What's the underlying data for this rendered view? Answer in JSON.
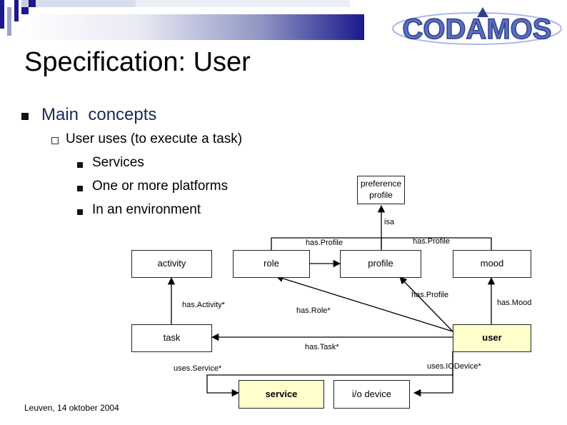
{
  "slide": {
    "title": "Specification: User",
    "bullets": {
      "level1": "Main  concepts",
      "level2": "User uses (to execute a task)",
      "level3": [
        "Services",
        "One or more platforms",
        "In an environment"
      ]
    },
    "footer": "Leuven, 14 oktober 2004"
  },
  "logo": {
    "icon": "codamos-logo",
    "text": "CODAMOS"
  },
  "colors": {
    "header_bar": "#1a1a8c",
    "highlight_box": "#ffffcc",
    "logo_blue": "#5a6fc0",
    "logo_light": "#a9b8e8"
  },
  "diagram": {
    "nodes": {
      "preference_profile": "preference profile",
      "activity": "activity",
      "role": "role",
      "profile": "profile",
      "mood": "mood",
      "task": "task",
      "user": "user",
      "service": "service",
      "io_device": "i/o device"
    },
    "edges": {
      "isa": "isa",
      "has_profile_role": "has.Profile",
      "has_profile_mood": "has.Profile",
      "has_profile_user": "has.Profile",
      "has_activity": "has.Activity*",
      "has_role": "has.Role*",
      "has_mood": "has.Mood",
      "has_task": "has.Task*",
      "uses_service": "uses.Service*",
      "uses_io_device": "uses.IODevice*"
    }
  }
}
